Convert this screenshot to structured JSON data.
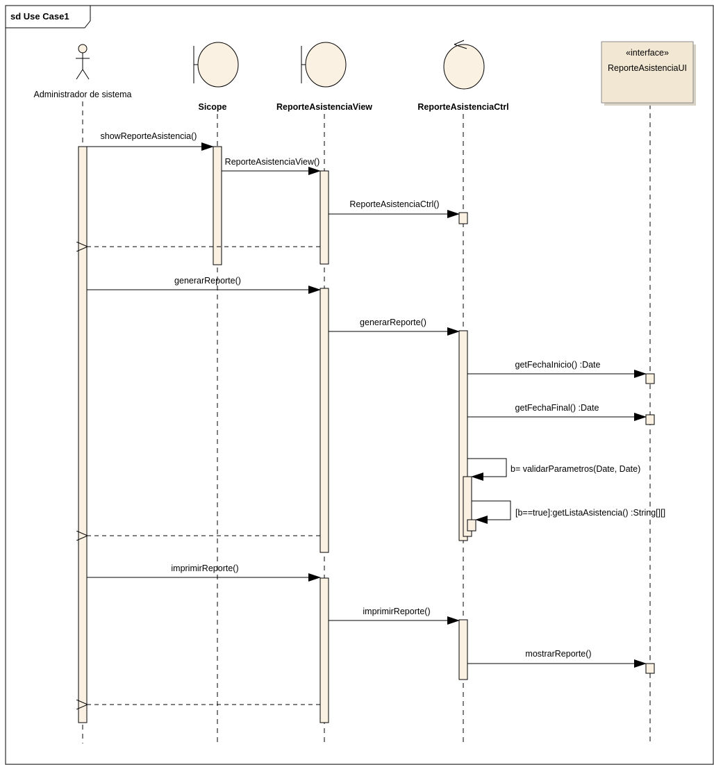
{
  "frame": {
    "title": "sd Use Case1"
  },
  "participants": [
    {
      "id": "actor",
      "label": "Administrador de sistema",
      "kind": "actor",
      "icon": "actor-stick-figure-icon"
    },
    {
      "id": "sicope",
      "label": "Sicope",
      "kind": "boundary",
      "icon": "boundary-icon"
    },
    {
      "id": "view",
      "label": "ReporteAsistenciaView",
      "kind": "boundary",
      "icon": "boundary-icon"
    },
    {
      "id": "ctrl",
      "label": "ReporteAsistenciaCtrl",
      "kind": "control",
      "icon": "control-icon"
    },
    {
      "id": "ui",
      "stereotype": "«interface»",
      "label": "ReporteAsistenciaUI",
      "kind": "interface"
    }
  ],
  "messages": [
    {
      "label": "showReporteAsistencia()",
      "type": "sync"
    },
    {
      "label": "ReporteAsistenciaView()",
      "type": "sync"
    },
    {
      "label": "ReporteAsistenciaCtrl()",
      "type": "sync"
    },
    {
      "label": "",
      "type": "return"
    },
    {
      "label": "generarReporte()",
      "type": "sync"
    },
    {
      "label": "generarReporte()",
      "type": "sync"
    },
    {
      "label": "getFechaInicio() :Date",
      "type": "sync"
    },
    {
      "label": "getFechaFinal() :Date",
      "type": "sync"
    },
    {
      "label": "b= validarParametros(Date, Date)",
      "type": "self"
    },
    {
      "label": "[b==true]:getListaAsistencia() :String[][]",
      "type": "self"
    },
    {
      "label": "",
      "type": "return"
    },
    {
      "label": "imprimirReporte()",
      "type": "sync"
    },
    {
      "label": "imprimirReporte()",
      "type": "sync"
    },
    {
      "label": "mostrarReporte()",
      "type": "sync"
    },
    {
      "label": "",
      "type": "return"
    }
  ],
  "colors": {
    "fill": "#fbf1e3",
    "interface_fill": "#f2e7d2",
    "line": "#000000"
  }
}
